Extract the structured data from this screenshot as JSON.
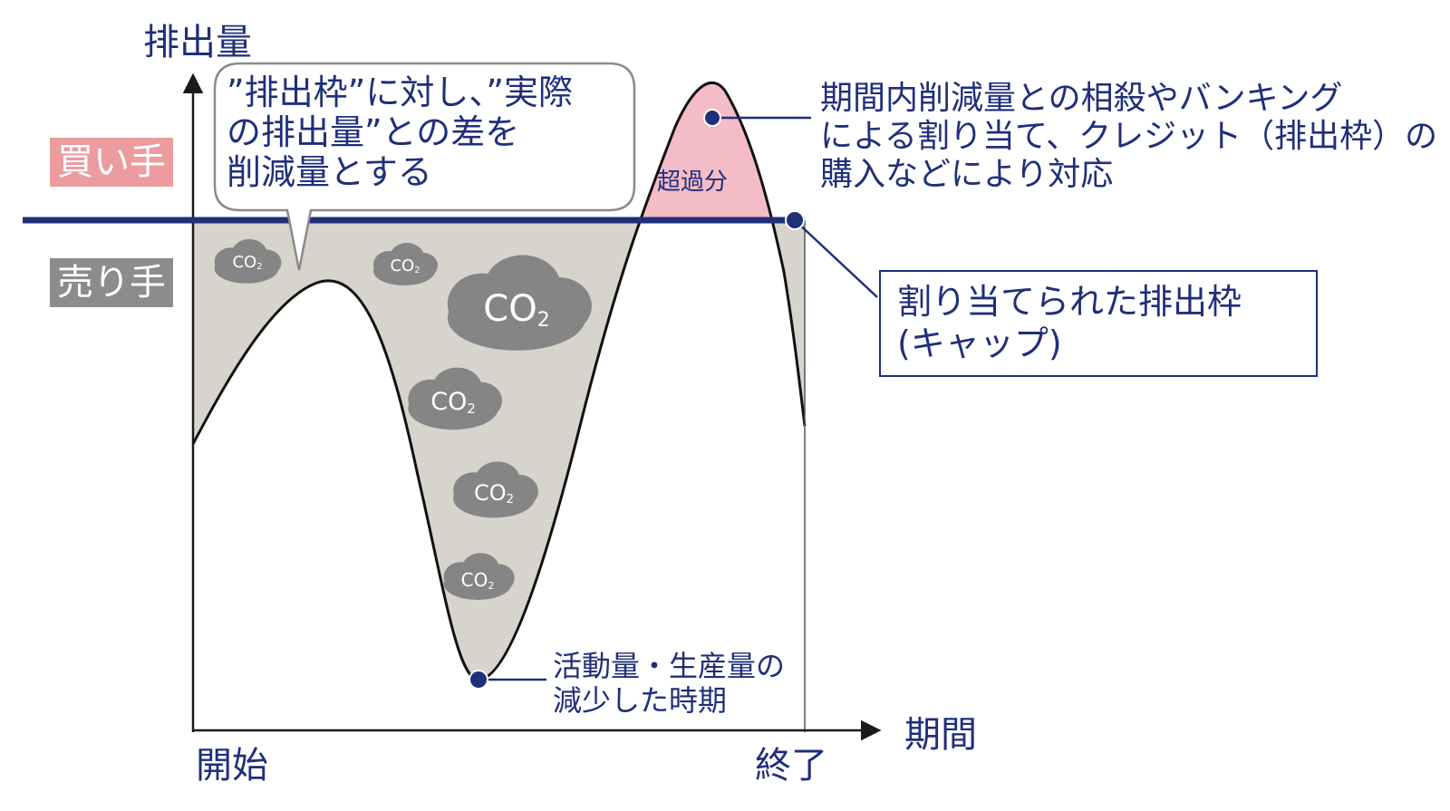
{
  "axes": {
    "y_label": "排出量",
    "x_label": "期間",
    "start_label": "開始",
    "end_label": "終了"
  },
  "roles": {
    "buyer": "買い手",
    "seller": "売り手"
  },
  "speech_bubble": {
    "lines": [
      "”排出枠”に対し、”実際",
      "の排出量”との差を",
      "削減量とする"
    ]
  },
  "excess_label": "超過分",
  "excess_note": {
    "lines": [
      "期間内削減量との相殺やバンキング",
      "による割り当て、クレジット（排出枠）の",
      "購入などにより対応"
    ]
  },
  "cap_box": {
    "lines": [
      "割り当てられた排出枠",
      "(キャップ)"
    ]
  },
  "dip_note": {
    "lines": [
      "活動量・生産量の",
      "減少した時期"
    ]
  },
  "clouds": [
    {
      "text": "CO",
      "sub": "2"
    },
    {
      "text": "CO",
      "sub": "2"
    },
    {
      "text": "CO",
      "sub": "2"
    },
    {
      "text": "CO",
      "sub": "2"
    },
    {
      "text": "CO",
      "sub": "2"
    },
    {
      "text": "CO",
      "sub": "2"
    }
  ],
  "colors": {
    "navy": "#1f2f7a",
    "reduction_fill": "#d6d4cc",
    "excess_fill": "#f4bcc6",
    "buyer_badge": "#ec9b9f",
    "seller_badge": "#8c8c8c",
    "cloud": "#858585"
  }
}
